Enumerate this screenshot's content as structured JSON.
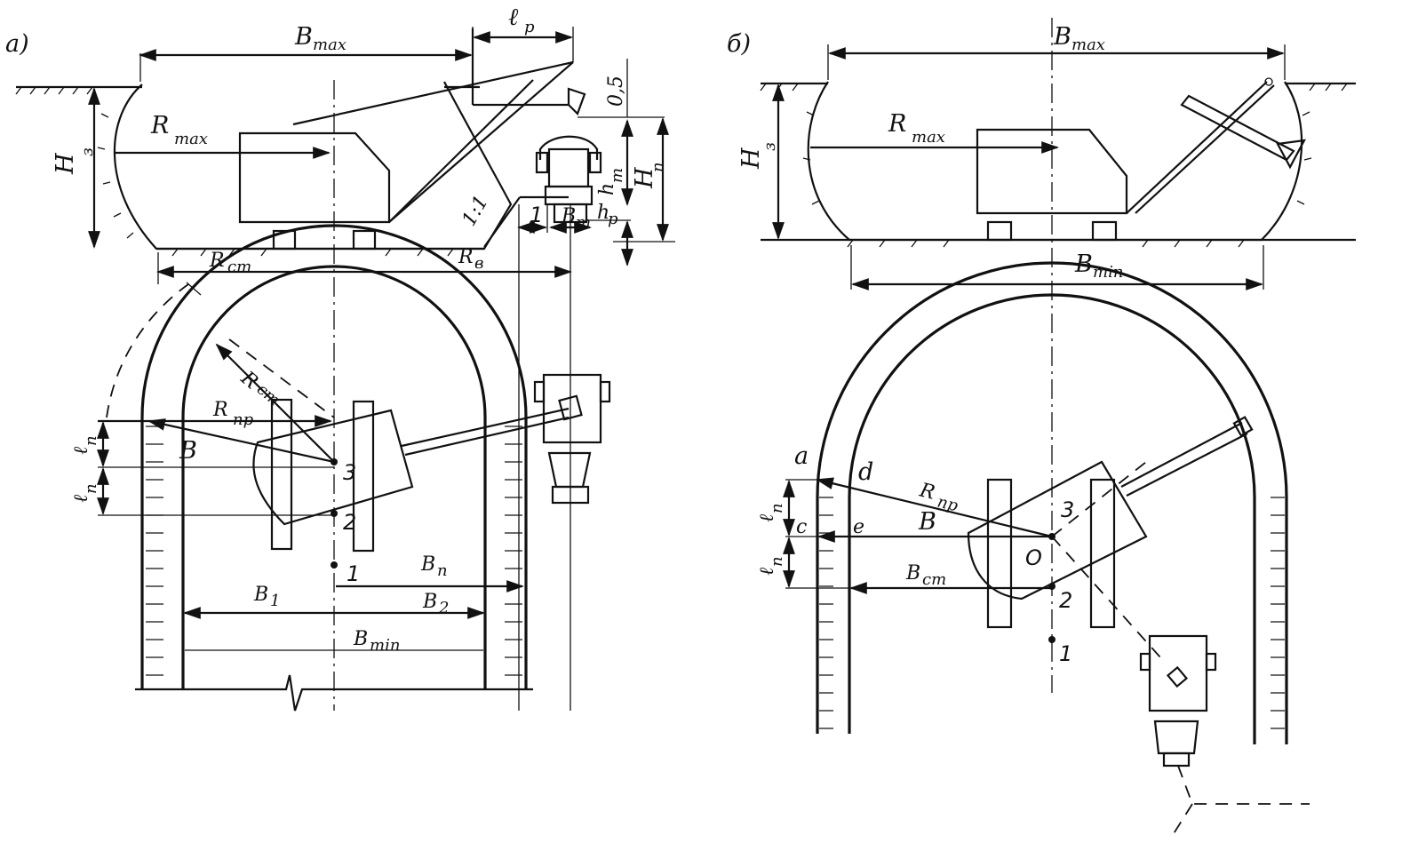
{
  "panels": {
    "a": {
      "tag": "а)",
      "labels": {
        "b_max": "B",
        "b_max_sub": "max",
        "l_p": "ℓ",
        "l_p_sub": "р",
        "half": "0,5",
        "h_z": "H",
        "h_z_sub": "з",
        "h_n": "H",
        "h_n_sub": "п",
        "h_t": "h",
        "h_t_sub": "т",
        "h_p": "h",
        "h_p_sub": "р",
        "r_max": "R",
        "r_max_sub": "max",
        "slope": "1:1",
        "one": "1",
        "b_t": "B",
        "b_t_sub": "т",
        "r_st": "R",
        "r_st_sub": "ст",
        "r_v": "R",
        "r_v_sub": "в",
        "r_st2": "R",
        "r_st2_sub": "ст",
        "r_pr": "R",
        "r_pr_sub": "пр",
        "b": "B",
        "l_n1": "ℓ",
        "l_n1_sub": "п",
        "l_n2": "ℓ",
        "l_n2_sub": "п",
        "p3": "3",
        "p2": "2",
        "p1": "1",
        "b_n": "B",
        "b_n_sub": "п",
        "b_1": "B",
        "b_1_sub": "1",
        "b_2": "B",
        "b_2_sub": "2",
        "b_min": "B",
        "b_min_sub": "min"
      }
    },
    "b": {
      "tag": "б)",
      "labels": {
        "b_max": "B",
        "b_max_sub": "max",
        "h_z": "H",
        "h_z_sub": "з",
        "r_max": "R",
        "r_max_sub": "max",
        "b_min": "B",
        "b_min_sub": "min",
        "a": "a",
        "d": "d",
        "r_pr": "R",
        "r_pr_sub": "пр",
        "l_n1": "ℓ",
        "l_n1_sub": "п",
        "l_n2": "ℓ",
        "l_n2_sub": "п",
        "c": "c",
        "e": "e",
        "b": "B",
        "b_st": "B",
        "b_st_sub": "ст",
        "o": "O",
        "p3": "3",
        "p2": "2",
        "p1": "1"
      }
    }
  }
}
